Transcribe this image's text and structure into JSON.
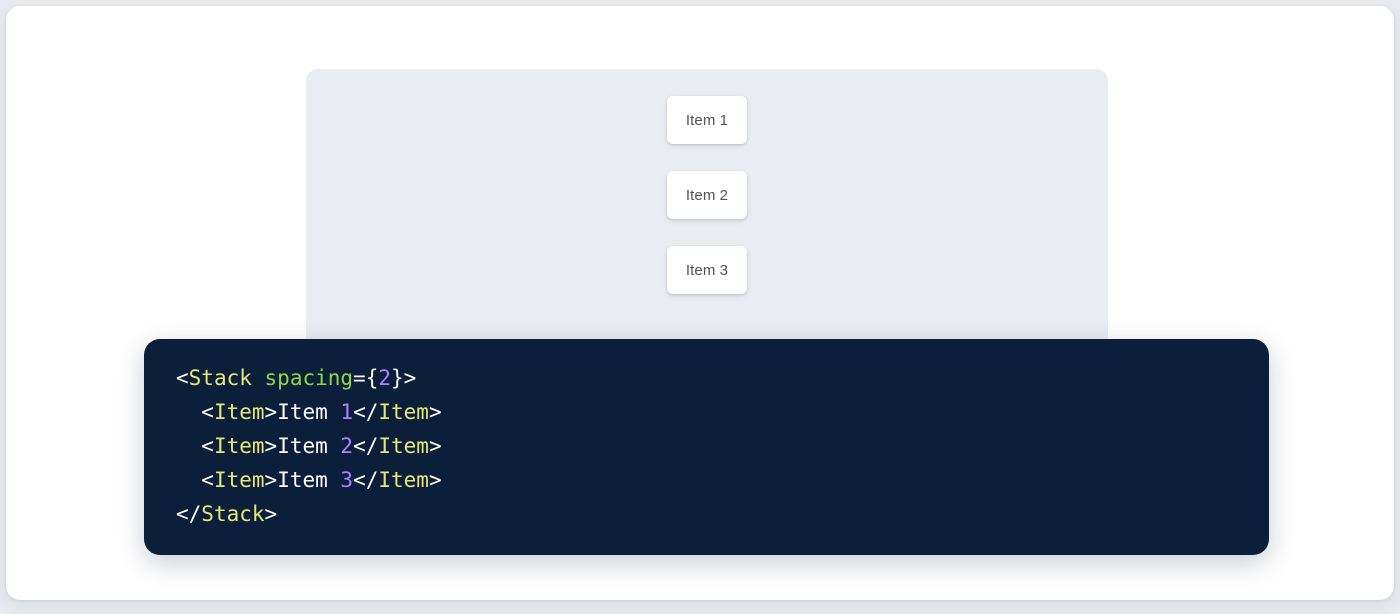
{
  "theme": {
    "page_background": "#e8eaef",
    "card_background": "#ffffff",
    "preview_background": "#e9ecf1",
    "item_background": "#ffffff",
    "item_text_color": "#505357",
    "code_panel_background": "#0b1e3a",
    "syntax_tag_color": "#e6e87a",
    "syntax_attribute_color": "#8fd84a",
    "syntax_number_color": "#ae81ff",
    "syntax_punctuation_color": "#ffffff"
  },
  "preview": {
    "component_name": "Stack",
    "spacing_value": "2",
    "items": [
      {
        "label": "Item 1"
      },
      {
        "label": "Item 2"
      },
      {
        "label": "Item 3"
      }
    ]
  },
  "code": {
    "language": "jsx",
    "lines": [
      {
        "indent": "",
        "tokens": [
          {
            "t": "punct",
            "v": "<"
          },
          {
            "t": "tag",
            "v": "Stack"
          },
          {
            "t": "text",
            "v": " "
          },
          {
            "t": "attr",
            "v": "spacing"
          },
          {
            "t": "punct",
            "v": "={"
          },
          {
            "t": "num",
            "v": "2"
          },
          {
            "t": "punct",
            "v": "}>"
          }
        ]
      },
      {
        "indent": "  ",
        "tokens": [
          {
            "t": "punct",
            "v": "<"
          },
          {
            "t": "tag",
            "v": "Item"
          },
          {
            "t": "punct",
            "v": ">"
          },
          {
            "t": "text",
            "v": "Item "
          },
          {
            "t": "num",
            "v": "1"
          },
          {
            "t": "punct",
            "v": "</"
          },
          {
            "t": "tag",
            "v": "Item"
          },
          {
            "t": "punct",
            "v": ">"
          }
        ]
      },
      {
        "indent": "  ",
        "tokens": [
          {
            "t": "punct",
            "v": "<"
          },
          {
            "t": "tag",
            "v": "Item"
          },
          {
            "t": "punct",
            "v": ">"
          },
          {
            "t": "text",
            "v": "Item "
          },
          {
            "t": "num",
            "v": "2"
          },
          {
            "t": "punct",
            "v": "</"
          },
          {
            "t": "tag",
            "v": "Item"
          },
          {
            "t": "punct",
            "v": ">"
          }
        ]
      },
      {
        "indent": "  ",
        "tokens": [
          {
            "t": "punct",
            "v": "<"
          },
          {
            "t": "tag",
            "v": "Item"
          },
          {
            "t": "punct",
            "v": ">"
          },
          {
            "t": "text",
            "v": "Item "
          },
          {
            "t": "num",
            "v": "3"
          },
          {
            "t": "punct",
            "v": "</"
          },
          {
            "t": "tag",
            "v": "Item"
          },
          {
            "t": "punct",
            "v": ">"
          }
        ]
      },
      {
        "indent": "",
        "tokens": [
          {
            "t": "punct",
            "v": "</"
          },
          {
            "t": "tag",
            "v": "Stack"
          },
          {
            "t": "punct",
            "v": ">"
          }
        ]
      }
    ]
  }
}
